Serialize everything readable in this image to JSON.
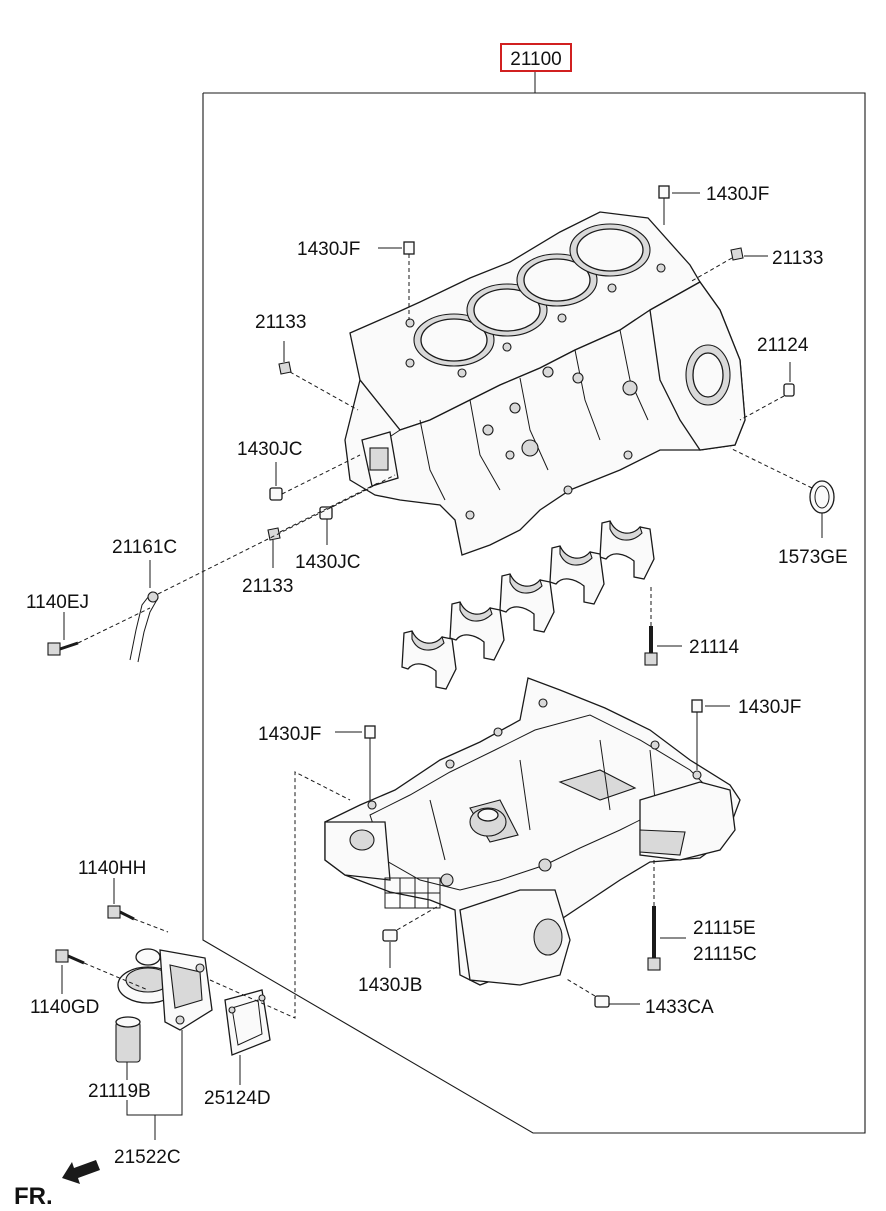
{
  "assembly": {
    "part_no": "21100"
  },
  "labels": {
    "p_1430JF_a": "1430JF",
    "p_21133_a": "21133",
    "p_1430JF_b": "1430JF",
    "p_21133_b": "21133",
    "p_21124": "21124",
    "p_1430JC_a": "1430JC",
    "p_1573GE": "1573GE",
    "p_21161C": "21161C",
    "p_21133_c": "21133",
    "p_1430JC_b": "1430JC",
    "p_1140EJ": "1140EJ",
    "p_21114": "21114",
    "p_1430JF_c": "1430JF",
    "p_1430JF_d": "1430JF",
    "p_1140HH": "1140HH",
    "p_21115E": "21115E",
    "p_21115C": "21115C",
    "p_1140GD": "1140GD",
    "p_1430JB": "1430JB",
    "p_1433CA": "1433CA",
    "p_21119B": "21119B",
    "p_25124D": "25124D",
    "p_21522C": "21522C"
  },
  "direction": {
    "text": "FR."
  },
  "colors": {
    "highlight": "#d12020",
    "line": "#1a1a1a"
  }
}
